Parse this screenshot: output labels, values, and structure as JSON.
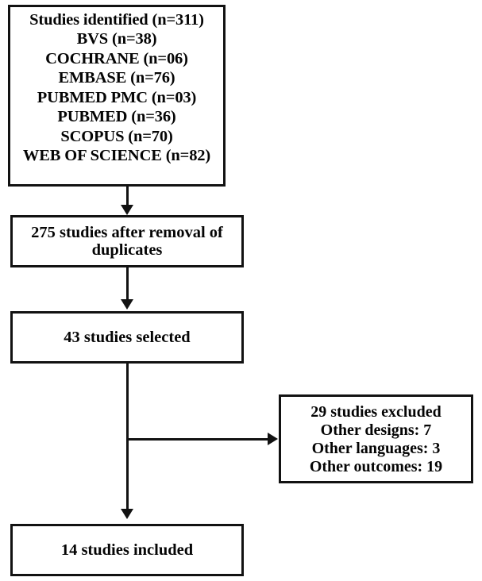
{
  "diagram": {
    "title": "PRISMA study selection flow diagram",
    "line_color": "#121212",
    "box_fill": "#ffffff"
  },
  "boxes": {
    "identified": {
      "name": "studies-identified",
      "lines": [
        "Studies identified (n=311)",
        "BVS (n=38)",
        "COCHRANE (n=06)",
        "EMBASE (n=76)",
        "PUBMED PMC (n=03)",
        "PUBMED (n=36)",
        "SCOPUS (n=70)",
        "WEB OF SCIENCE (n=82)"
      ],
      "total": 311,
      "sources": [
        {
          "label": "BVS",
          "n": 38
        },
        {
          "label": "COCHRANE",
          "n": 6
        },
        {
          "label": "EMBASE",
          "n": 76
        },
        {
          "label": "PUBMED PMC",
          "n": 3
        },
        {
          "label": "PUBMED",
          "n": 36
        },
        {
          "label": "SCOPUS",
          "n": 70
        },
        {
          "label": "WEB OF SCIENCE",
          "n": 82
        }
      ]
    },
    "duplicates": {
      "name": "after-removal-of-duplicates",
      "lines": [
        "275 studies after removal of",
        "duplicates"
      ],
      "count": 275
    },
    "selected": {
      "name": "studies-selected",
      "lines": [
        "43 studies selected"
      ],
      "count": 43
    },
    "excluded": {
      "name": "studies-excluded",
      "lines": [
        "29 studies excluded",
        "Other designs: 7",
        "Other languages: 3",
        "Other outcomes: 19"
      ],
      "count": 29,
      "reasons": [
        {
          "label": "Other designs",
          "n": 7
        },
        {
          "label": "Other languages",
          "n": 3
        },
        {
          "label": "Other outcomes",
          "n": 19
        }
      ]
    },
    "included": {
      "name": "studies-included",
      "lines": [
        "14 studies included"
      ],
      "count": 14
    }
  },
  "connectors": [
    {
      "name": "identified-to-duplicates",
      "direction": "down"
    },
    {
      "name": "duplicates-to-selected",
      "direction": "down"
    },
    {
      "name": "selected-to-included",
      "direction": "down"
    },
    {
      "name": "selected-to-excluded",
      "direction": "right"
    }
  ]
}
